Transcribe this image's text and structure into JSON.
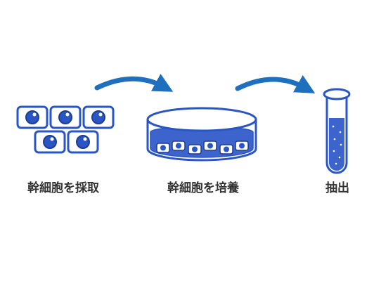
{
  "colors": {
    "primary": "#2a55c4",
    "outline": "#1e3d8f",
    "arrow": "#1f6fbf",
    "cell_fill": "#ffffff",
    "medium": "#3d63cc",
    "text": "#333333"
  },
  "icons": {
    "step_1": "cells-icon",
    "step_2": "petri-dish-icon",
    "step_3": "test-tube-icon",
    "connector": "curved-arrow-icon"
  },
  "steps": [
    {
      "label": "幹細胞を採取"
    },
    {
      "label": "幹細胞を培養"
    },
    {
      "label": "抽出"
    }
  ]
}
